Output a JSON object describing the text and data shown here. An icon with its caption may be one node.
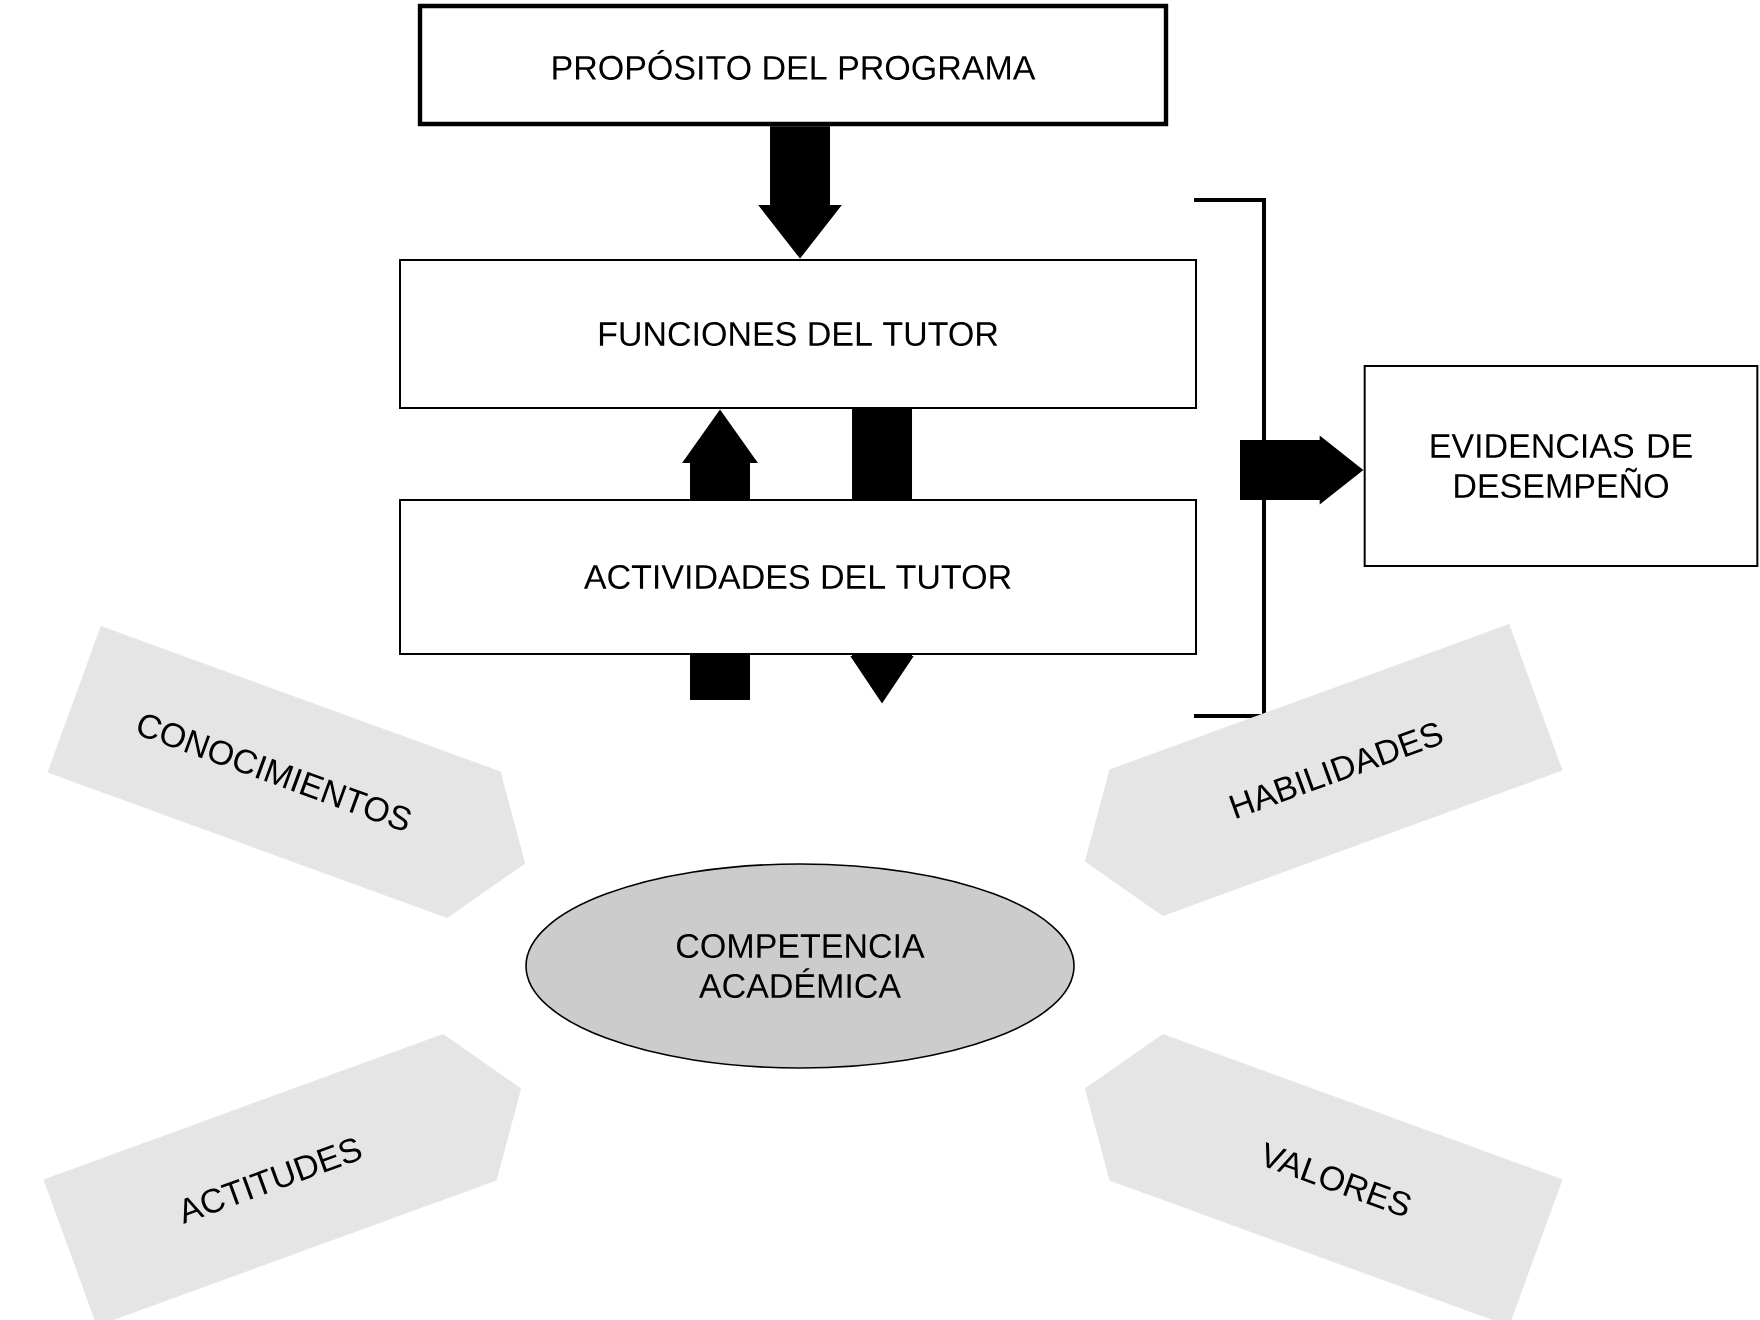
{
  "diagram": {
    "nodes": [
      {
        "text": [
          "PROPÓSITO DEL PROGRAMA"
        ]
      },
      {
        "text": [
          "FUNCIONES DEL TUTOR"
        ]
      },
      {
        "text": [
          "EVIDENCIAS DE DESEMPEÑO"
        ]
      },
      {
        "text": [
          "ACTIVIDADES DEL TUTOR"
        ]
      },
      {
        "text": [
          "CONOCIMIENTOS"
        ]
      },
      {
        "text": [
          "HABILIDADES"
        ]
      },
      {
        "text": [
          "COMPETENCIA ACADÉMICA"
        ]
      },
      {
        "text": [
          "ACTITUDES"
        ]
      },
      {
        "text": [
          "VALORES"
        ]
      }
    ],
    "edges": [
      {
        "from": 0,
        "to": 1,
        "arrow": "to"
      },
      {
        "from": 3,
        "to": 1,
        "arrow": "to"
      },
      {
        "from": 1,
        "to": 3,
        "arrow": "none"
      },
      {
        "from": 3,
        "to": null,
        "arrow": "to"
      },
      {
        "from": null,
        "to": 2,
        "arrow": "to"
      }
    ]
  }
}
